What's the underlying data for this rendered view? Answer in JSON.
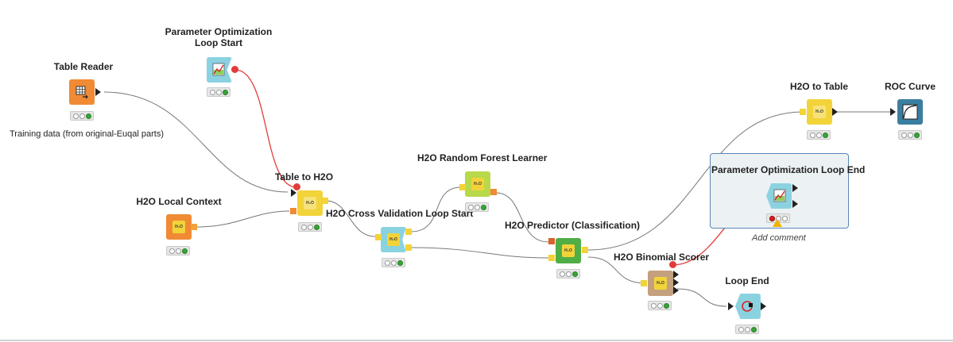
{
  "nodes": {
    "table_reader": {
      "label": "Table Reader",
      "annotation": "Training data (from original-Euqal parts)"
    },
    "param_opt_start": {
      "label": "Parameter Optimization Loop Start"
    },
    "h2o_local_context": {
      "label": "H2O Local Context"
    },
    "table_to_h2o": {
      "label": "Table to H2O"
    },
    "h2o_cv_loop_start": {
      "label": "H2O Cross Validation Loop Start"
    },
    "h2o_rf_learner": {
      "label": "H2O Random Forest Learner"
    },
    "h2o_predictor": {
      "label": "H2O Predictor (Classification)"
    },
    "h2o_binomial_scorer": {
      "label": "H2O Binomial Scorer"
    },
    "param_opt_end": {
      "label": "Parameter Optimization Loop End",
      "comment": "Add comment"
    },
    "h2o_to_table": {
      "label": "H2O to Table"
    },
    "roc_curve": {
      "label": "ROC Curve"
    },
    "loop_end": {
      "label": "Loop End"
    }
  },
  "h2o_badge": "H₂O",
  "colors": {
    "source": "#f08a34",
    "learner": "#b8d94a",
    "predictor": "#4fae46",
    "loop": "#8bd2e1",
    "scorer": "#c4a07e",
    "manipulator": "#f2d33a",
    "view": "#3a7fa0",
    "flow_variable": "#e33b3b",
    "edge": "#555555",
    "selection": "#5a86b8"
  },
  "icons": {
    "table_reader": "table-icon",
    "param_opt_start": "chart-line-icon",
    "param_opt_end": "chart-line-icon",
    "roc_curve": "roc-curve-icon",
    "loop_end": "loop-end-icon"
  }
}
